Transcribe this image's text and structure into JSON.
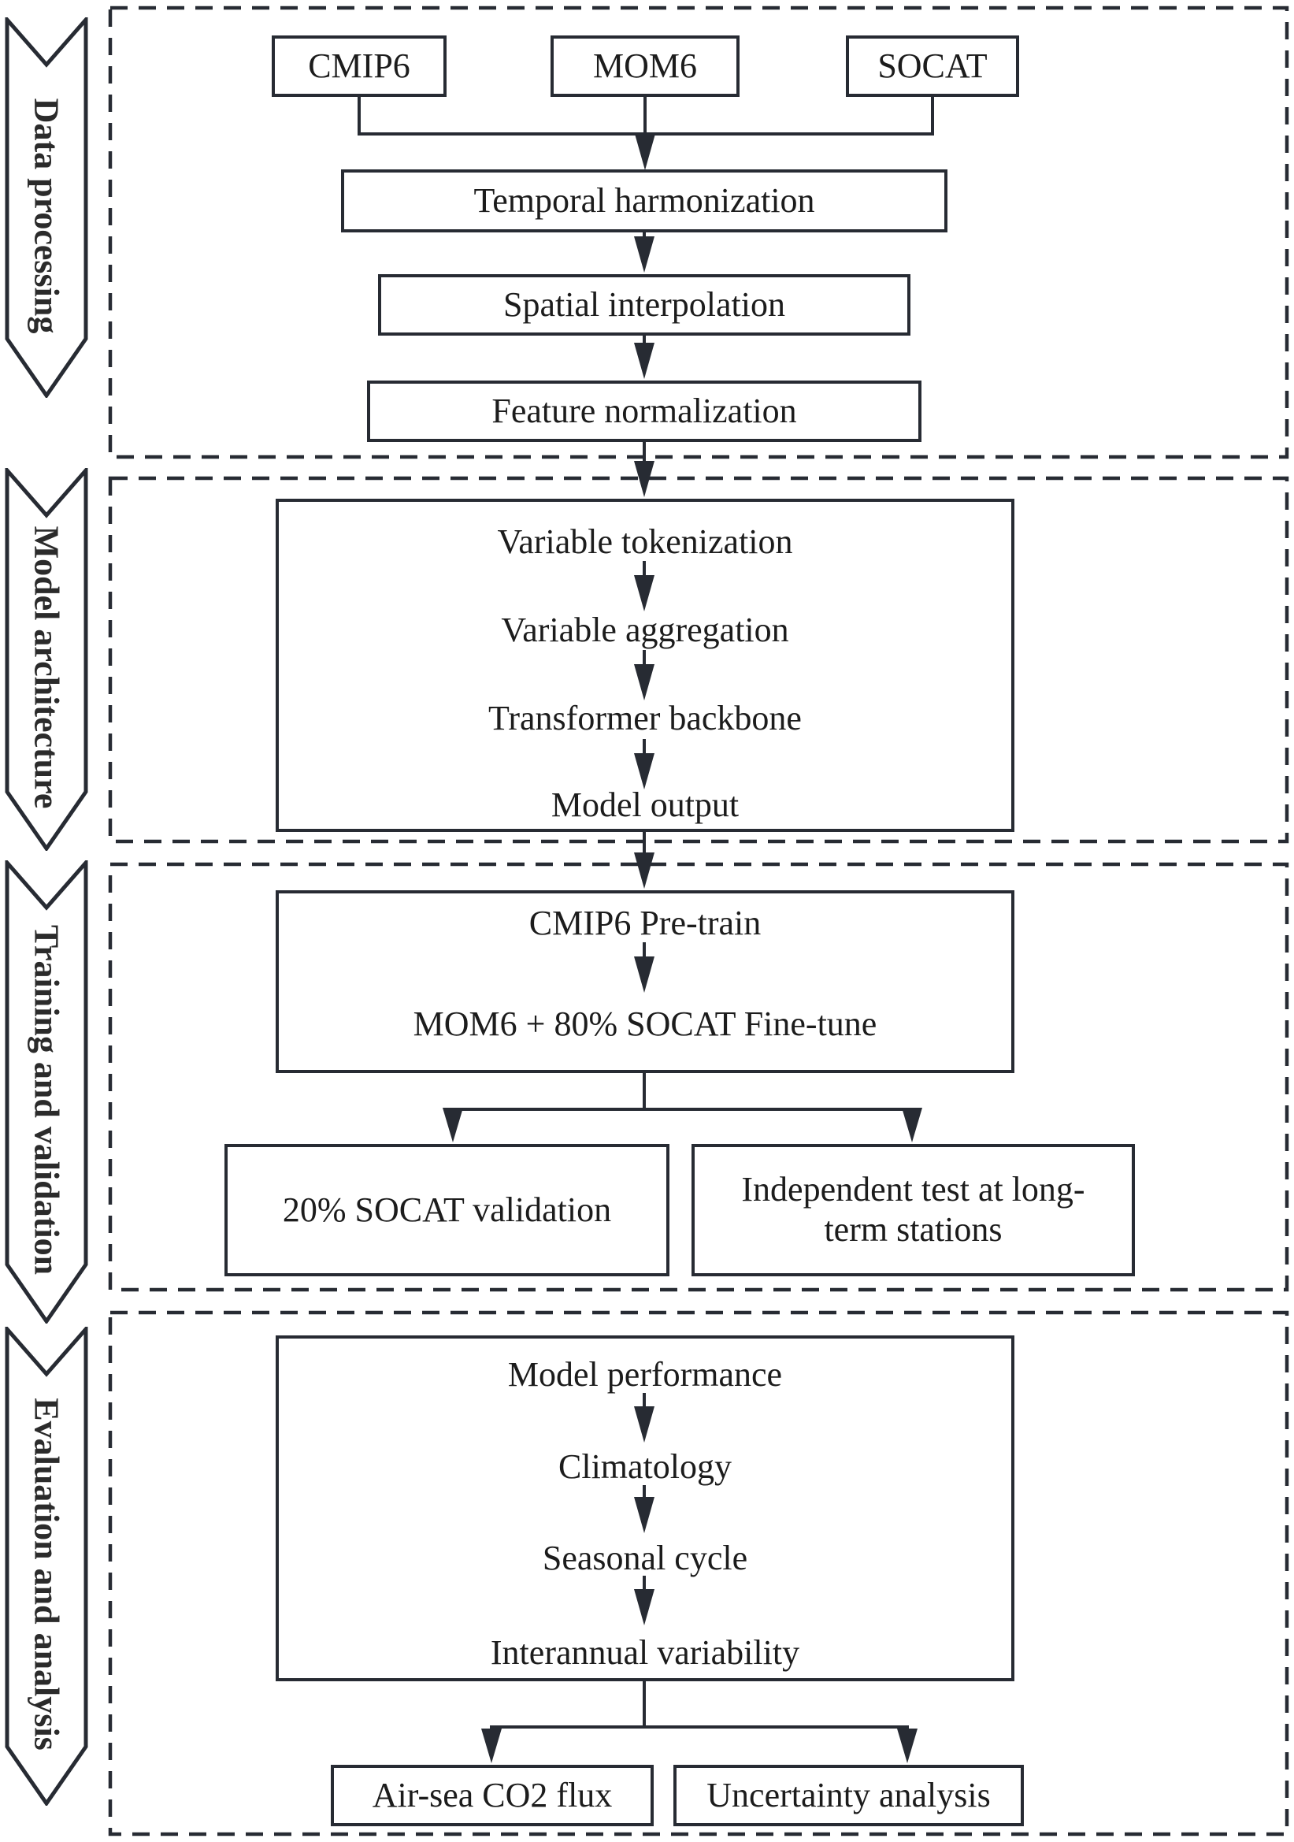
{
  "colors": {
    "stroke": "#272b33",
    "text": "#1c1c1c",
    "background": "#ffffff"
  },
  "banners": [
    {
      "label": "Data processing"
    },
    {
      "label": "Model architecture"
    },
    {
      "label": "Training and validation"
    },
    {
      "label": "Evaluation and analysis"
    }
  ],
  "data_processing": {
    "sources": [
      {
        "label": "CMIP6"
      },
      {
        "label": "MOM6"
      },
      {
        "label": "SOCAT"
      }
    ],
    "steps": [
      {
        "label": "Temporal harmonization"
      },
      {
        "label": "Spatial interpolation"
      },
      {
        "label": "Feature normalization"
      }
    ]
  },
  "model_architecture": {
    "steps": [
      {
        "label": "Variable tokenization"
      },
      {
        "label": "Variable aggregation"
      },
      {
        "label": "Transformer backbone"
      },
      {
        "label": "Model output"
      }
    ]
  },
  "training_validation": {
    "steps": [
      {
        "label": "CMIP6 Pre-train"
      },
      {
        "label": "MOM6 + 80% SOCAT Fine-tune"
      }
    ],
    "branches": [
      {
        "label": "20% SOCAT validation"
      },
      {
        "label": "Independent test at long-term stations"
      }
    ]
  },
  "evaluation_analysis": {
    "steps": [
      {
        "label": "Model performance"
      },
      {
        "label": "Climatology"
      },
      {
        "label": "Seasonal cycle"
      },
      {
        "label": "Interannual variability"
      }
    ],
    "branches": [
      {
        "label": "Air-sea CO2 flux"
      },
      {
        "label": "Uncertainty analysis"
      }
    ]
  }
}
